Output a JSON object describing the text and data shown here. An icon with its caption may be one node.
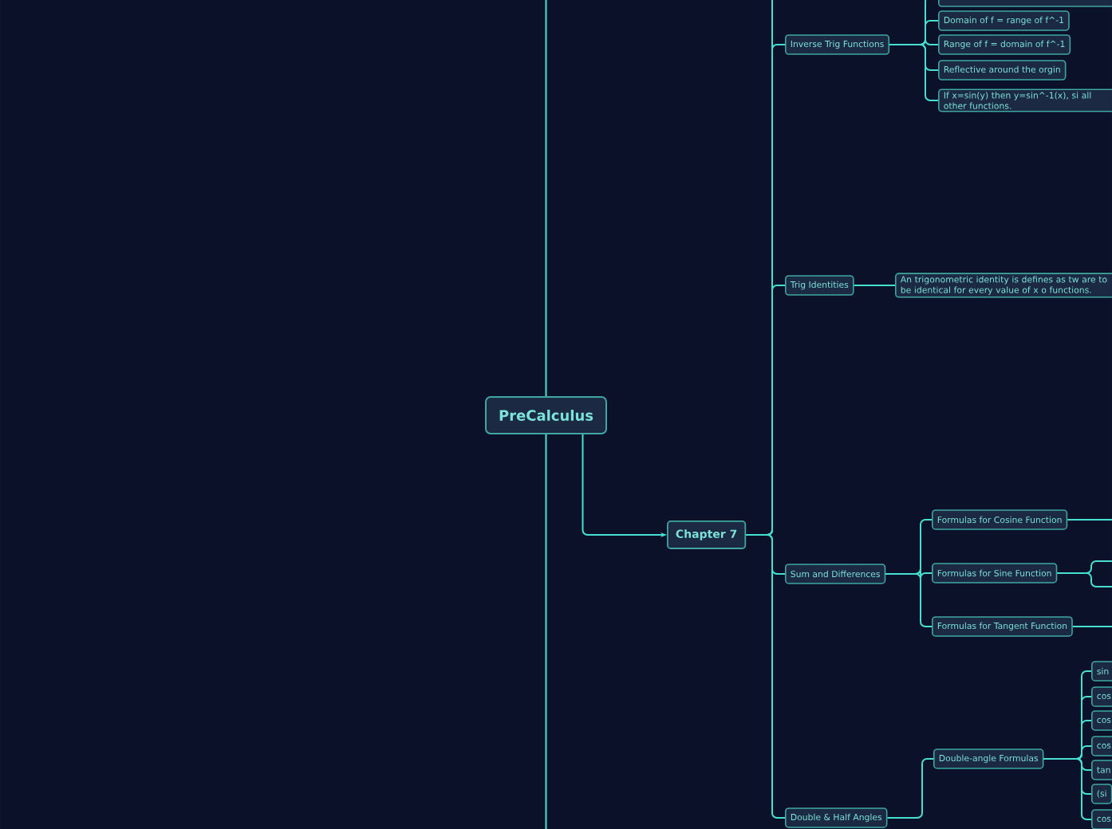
{
  "diagram": {
    "nodes": [
      {
        "text": [
          "PreCalculus"
        ]
      },
      {
        "text": [
          "Chapter 7"
        ]
      },
      {
        "text": [
          "Inverse Trig Functions"
        ]
      },
      {
        "text": [
          "Trig Identities"
        ]
      },
      {
        "text": [
          "Sum and Differences"
        ]
      },
      {
        "text": [
          "Double & Half Angles"
        ]
      },
      {
        "text": [],
        "shape": "box"
      },
      {
        "text": [
          "Domain of f = range of f^-1"
        ]
      },
      {
        "text": [
          "Range of f = domain of f^-1"
        ]
      },
      {
        "text": [
          "Reflective around the orgin"
        ]
      },
      {
        "text": [
          "If x=sin(y) then y=sin^-1(x), si all other functions."
        ]
      },
      {
        "text": [
          "An trigonometric identity is defines as tw are to be identical for every value of x o functions."
        ]
      },
      {
        "text": [
          "Formulas for Cosine Function"
        ]
      },
      {
        "text": [
          "Formulas for Sine Function"
        ]
      },
      {
        "text": [
          "Formulas for Tangent Function"
        ]
      },
      {
        "text": [
          "Double-angle Formulas"
        ]
      },
      {
        "text": [
          "sin"
        ]
      },
      {
        "text": [
          "cos"
        ]
      },
      {
        "text": [
          "cos"
        ]
      },
      {
        "text": [
          "cos"
        ]
      },
      {
        "text": [
          "tan"
        ]
      },
      {
        "text": [
          "(si"
        ]
      },
      {
        "text": [
          "cos"
        ]
      }
    ],
    "edges": [
      {
        "from": 0,
        "to": 1,
        "arrow": "to"
      },
      {
        "from": 1,
        "to": 2,
        "arrow": "none"
      },
      {
        "from": 1,
        "to": 3,
        "arrow": "none"
      },
      {
        "from": 1,
        "to": 4,
        "arrow": "none"
      },
      {
        "from": 1,
        "to": 5,
        "arrow": "none"
      },
      {
        "from": 2,
        "to": 6,
        "arrow": "none"
      },
      {
        "from": 2,
        "to": 7,
        "arrow": "none"
      },
      {
        "from": 2,
        "to": 8,
        "arrow": "none"
      },
      {
        "from": 2,
        "to": 9,
        "arrow": "none"
      },
      {
        "from": 2,
        "to": 10,
        "arrow": "none"
      },
      {
        "from": 3,
        "to": 11,
        "arrow": "none"
      },
      {
        "from": 4,
        "to": 12,
        "arrow": "none"
      },
      {
        "from": 4,
        "to": 13,
        "arrow": "none"
      },
      {
        "from": 4,
        "to": 14,
        "arrow": "none"
      },
      {
        "from": 5,
        "to": 15,
        "arrow": "none"
      },
      {
        "from": 15,
        "to": 16,
        "arrow": "none"
      },
      {
        "from": 15,
        "to": 17,
        "arrow": "none"
      },
      {
        "from": 15,
        "to": 18,
        "arrow": "none"
      },
      {
        "from": 15,
        "to": 19,
        "arrow": "none"
      },
      {
        "from": 15,
        "to": 20,
        "arrow": "none"
      },
      {
        "from": 15,
        "to": 21,
        "arrow": "none"
      },
      {
        "from": 15,
        "to": 22,
        "arrow": "none"
      },
      {
        "from": 0,
        "to": null,
        "arrow": "none"
      },
      {
        "from": 0,
        "to": null,
        "arrow": "none"
      },
      {
        "from": 1,
        "to": null,
        "arrow": "none"
      },
      {
        "from": 12,
        "to": null,
        "arrow": "none"
      },
      {
        "from": 13,
        "to": null,
        "arrow": "none"
      },
      {
        "from": 13,
        "to": null,
        "arrow": "none"
      },
      {
        "from": 14,
        "to": null,
        "arrow": "none"
      }
    ]
  }
}
